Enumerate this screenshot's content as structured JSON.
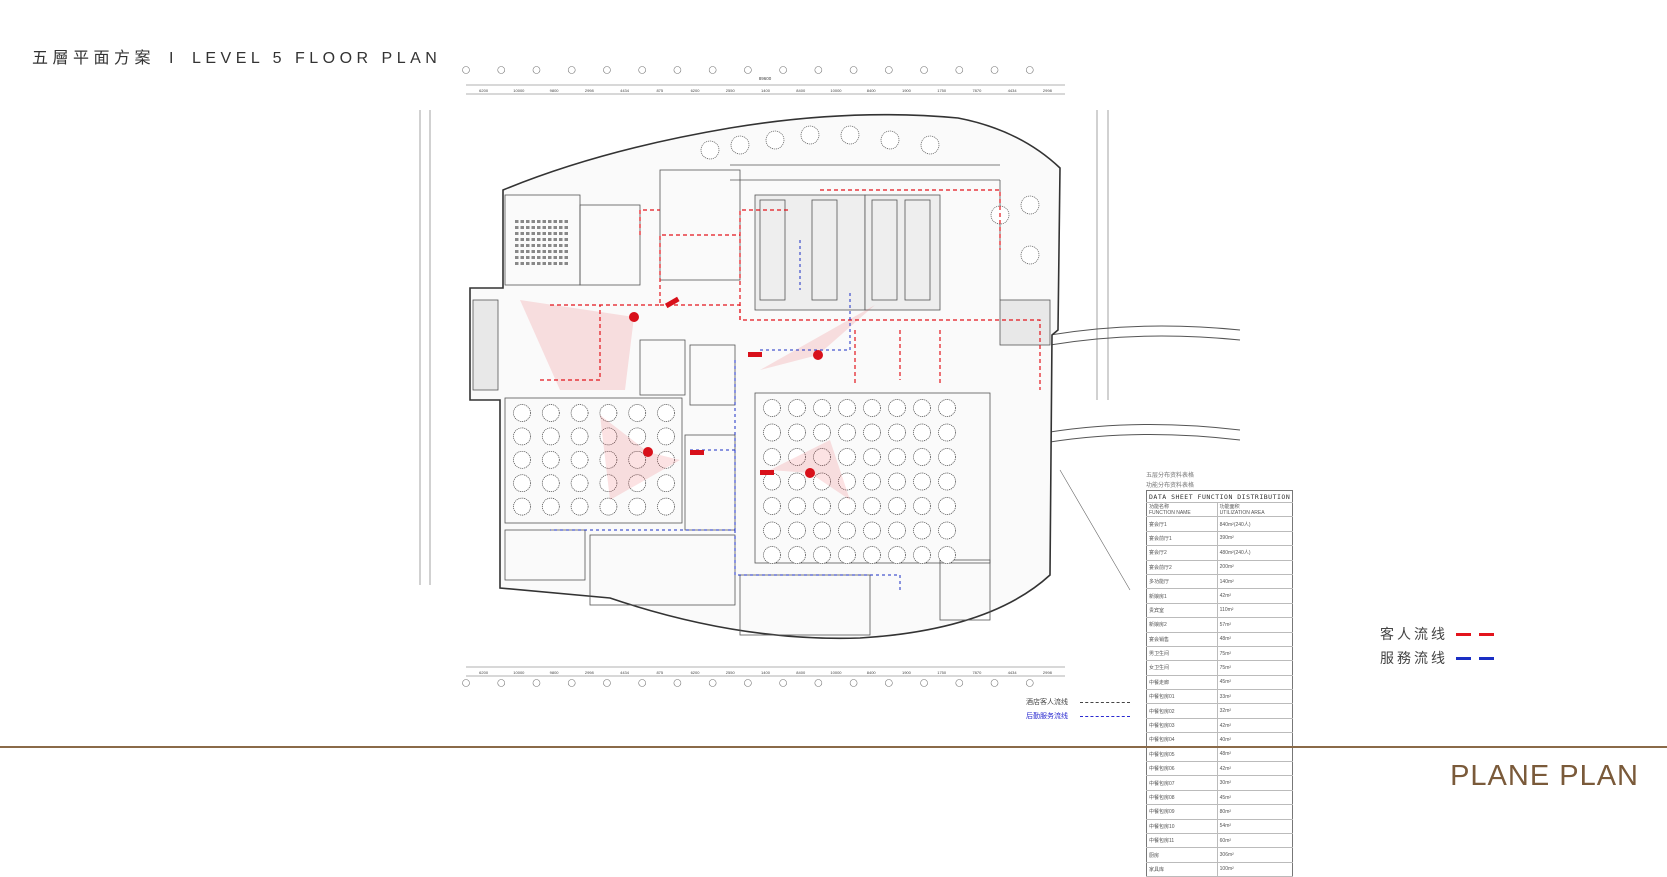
{
  "header": {
    "title_cn": "五層平面方案",
    "separator": "I",
    "title_en": "LEVEL 5 FLOOR PLAN"
  },
  "footer": {
    "title": "PLANE PLAN"
  },
  "legend": {
    "items": [
      {
        "label": "客人流线",
        "color": "#e3141c"
      },
      {
        "label": "服務流线",
        "color": "#1a2ec4"
      }
    ]
  },
  "flow_key": {
    "items": [
      {
        "label": "酒店客人流线",
        "color": "#444444"
      },
      {
        "label": "后勤服务流线",
        "color": "#2a2ad0"
      }
    ]
  },
  "dimensions": {
    "overall": "89600",
    "top": [
      "6200",
      "10000",
      "9800",
      "2998",
      "4434",
      "875",
      "6200",
      "2550",
      "1400",
      "8400",
      "10000",
      "8400",
      "1900",
      "1750",
      "7870",
      "4434",
      "2998"
    ]
  },
  "data_sheet": {
    "caption1": "五层分布资料表格",
    "caption2": "功能分布资料表格",
    "title": "DATA SHEET FUNCTION DISTRIBUTION",
    "col1_cn": "功能名称",
    "col1_en": "FUNCTION NAME",
    "col2_cn": "功能面积",
    "col2_en": "UTILIZATION AREA",
    "rows": [
      {
        "name": "宴会厅1",
        "area": "840m²(240人)"
      },
      {
        "name": "宴会前厅1",
        "area": "390m²"
      },
      {
        "name": "宴会厅2",
        "area": "480m²(240人)"
      },
      {
        "name": "宴会前厅2",
        "area": "200m²"
      },
      {
        "name": "多功能厅",
        "area": "140m²"
      },
      {
        "name": "新娘房1",
        "area": "42m²"
      },
      {
        "name": "贵宾室",
        "area": "110m²"
      },
      {
        "name": "新娘房2",
        "area": "57m²"
      },
      {
        "name": "宴会销售",
        "area": "48m²"
      },
      {
        "name": "男卫生间",
        "area": "75m²"
      },
      {
        "name": "女卫生间",
        "area": "75m²"
      },
      {
        "name": "中餐走廊",
        "area": "45m²"
      },
      {
        "name": "中餐包房01",
        "area": "33m²"
      },
      {
        "name": "中餐包房02",
        "area": "32m²"
      },
      {
        "name": "中餐包房03",
        "area": "42m²"
      },
      {
        "name": "中餐包房04",
        "area": "40m²"
      },
      {
        "name": "中餐包房05",
        "area": "48m²"
      },
      {
        "name": "中餐包房06",
        "area": "42m²"
      },
      {
        "name": "中餐包房07",
        "area": "30m²"
      },
      {
        "name": "中餐包房08",
        "area": "45m²"
      },
      {
        "name": "中餐包房09",
        "area": "80m²"
      },
      {
        "name": "中餐包房10",
        "area": "54m²"
      },
      {
        "name": "中餐包房11",
        "area": "60m²"
      },
      {
        "name": "厨房",
        "area": "306m²"
      },
      {
        "name": "家具库",
        "area": "100m²"
      }
    ]
  }
}
